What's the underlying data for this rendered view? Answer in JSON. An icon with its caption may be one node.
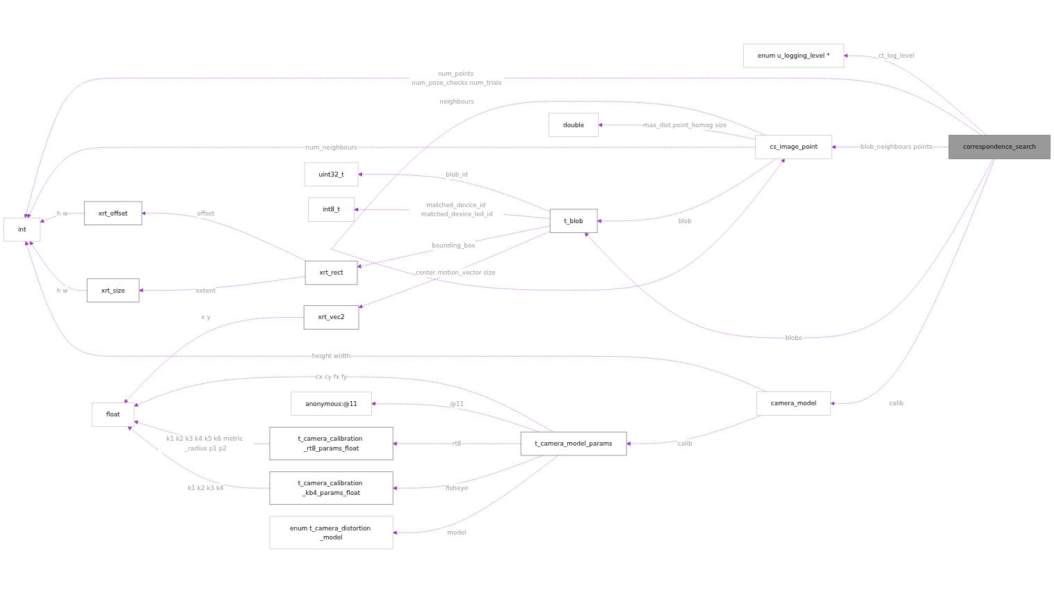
{
  "diagram": {
    "nodes": [
      {
        "text": [
          "correspondence_search"
        ]
      },
      {
        "text": [
          "enum u_logging_level *"
        ]
      },
      {
        "text": [
          "int"
        ]
      },
      {
        "text": [
          "cs_image_point"
        ]
      },
      {
        "text": [
          "double"
        ]
      },
      {
        "text": [
          "t_blob"
        ]
      },
      {
        "text": [
          "uint32_t"
        ]
      },
      {
        "text": [
          "int8_t"
        ]
      },
      {
        "text": [
          "xrt_rect"
        ]
      },
      {
        "text": [
          "xrt_offset"
        ]
      },
      {
        "text": [
          "xrt_size"
        ]
      },
      {
        "text": [
          "xrt_vec2"
        ]
      },
      {
        "text": [
          "camera_model"
        ]
      },
      {
        "text": [
          "t_camera_model_params"
        ]
      },
      {
        "text": [
          "float"
        ]
      },
      {
        "text": [
          "anonymous:@11"
        ]
      },
      {
        "text": [
          "t_camera_calibration _rt8_params_float"
        ]
      },
      {
        "text": [
          "t_camera_calibration _kb4_params_float"
        ]
      },
      {
        "text": [
          "enum t_camera_distortion _model"
        ]
      }
    ],
    "edges": [
      {
        "from": 0,
        "to": 1,
        "arrow": "to",
        "label": "ct_log_level",
        "style": "dashed"
      },
      {
        "from": 0,
        "to": 2,
        "arrow": "to",
        "label": "num_points num_pose_checks num_trials",
        "style": "dashed"
      },
      {
        "from": 0,
        "to": 3,
        "arrow": "to",
        "label": "blob_neighbours points",
        "style": "dashed"
      },
      {
        "from": 0,
        "to": 5,
        "arrow": "to",
        "label": "blobs",
        "style": "dashed"
      },
      {
        "from": 0,
        "to": 12,
        "arrow": "to",
        "label": "calib",
        "style": "dashed"
      },
      {
        "from": 3,
        "to": 3,
        "arrow": "to",
        "label": "neighbours",
        "style": "dashed"
      },
      {
        "from": 3,
        "to": 4,
        "arrow": "to",
        "label": "max_dist point_homog size",
        "style": "dashed"
      },
      {
        "from": 3,
        "to": 2,
        "arrow": "to",
        "label": "num_neighbours",
        "style": "dashed"
      },
      {
        "from": 3,
        "to": 5,
        "arrow": "to",
        "label": "blob",
        "style": "dashed"
      },
      {
        "from": 5,
        "to": 6,
        "arrow": "to",
        "label": "blob_id",
        "style": "dashed"
      },
      {
        "from": 5,
        "to": 7,
        "arrow": "to",
        "label": "matched_device_id matched_device_led_id",
        "style": "dashed"
      },
      {
        "from": 5,
        "to": 8,
        "arrow": "to",
        "label": "bounding_box",
        "style": "dashed"
      },
      {
        "from": 5,
        "to": 11,
        "arrow": "to",
        "label": "center motion_vector size",
        "style": "dashed"
      },
      {
        "from": 8,
        "to": 9,
        "arrow": "to",
        "label": "offset",
        "style": "dashed"
      },
      {
        "from": 8,
        "to": 10,
        "arrow": "to",
        "label": "extent",
        "style": "dashed"
      },
      {
        "from": 9,
        "to": 2,
        "arrow": "to",
        "label": "h w",
        "style": "dashed"
      },
      {
        "from": 10,
        "to": 2,
        "arrow": "to",
        "label": "h w",
        "style": "dashed"
      },
      {
        "from": 12,
        "to": 2,
        "arrow": "to",
        "label": "height width",
        "style": "dashed"
      },
      {
        "from": 12,
        "to": 13,
        "arrow": "to",
        "label": "calib",
        "style": "dashed"
      },
      {
        "from": 11,
        "to": 14,
        "arrow": "to",
        "label": "x y",
        "style": "dashed"
      },
      {
        "from": 13,
        "to": 14,
        "arrow": "to",
        "label": "cx cy fx fy",
        "style": "dashed"
      },
      {
        "from": 13,
        "to": 15,
        "arrow": "to",
        "label": "@11",
        "style": "dashed"
      },
      {
        "from": 13,
        "to": 16,
        "arrow": "to",
        "label": "rt8",
        "style": "dashed"
      },
      {
        "from": 13,
        "to": 17,
        "arrow": "to",
        "label": "fisheye",
        "style": "dashed"
      },
      {
        "from": 13,
        "to": 18,
        "arrow": "to",
        "label": "model",
        "style": "dashed"
      },
      {
        "from": 16,
        "to": 14,
        "arrow": "to",
        "label": "k1 k2 k3 k4 k5 k6 metric _radius p1 p2",
        "style": "dashed"
      },
      {
        "from": 17,
        "to": 14,
        "arrow": "to",
        "label": "k1 k2 k3 k4",
        "style": "dashed"
      }
    ]
  }
}
